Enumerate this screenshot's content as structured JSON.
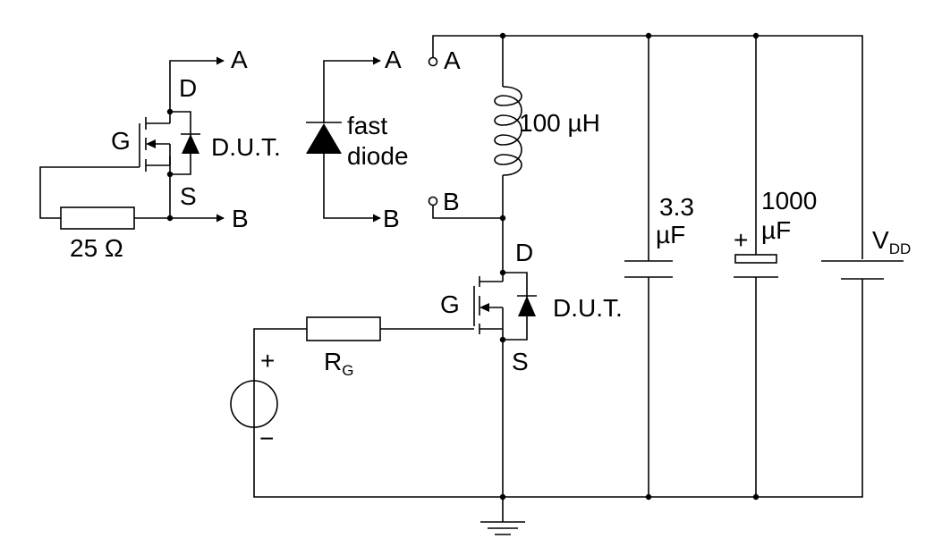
{
  "diagram": {
    "left_circuit": {
      "terminal_a": "A",
      "terminal_b": "B",
      "drain": "D",
      "gate": "G",
      "source": "S",
      "dut": "D.U.T.",
      "resistor": "25 Ω"
    },
    "diode_circuit": {
      "terminal_a": "A",
      "terminal_b": "B",
      "diode_line1": "fast",
      "diode_line2": "diode"
    },
    "main_circuit": {
      "terminal_a": "A",
      "terminal_b": "B",
      "inductor": "100 µH",
      "drain": "D",
      "gate": "G",
      "source": "S",
      "dut": "D.U.T.",
      "gate_resistor_main": "R",
      "gate_resistor_sub": "G",
      "source_plus": "+",
      "source_minus": "−",
      "cap1_line1": "3.3",
      "cap1_line2": "µF",
      "cap2_plus": "+",
      "cap2_line1": "1000",
      "cap2_line2": "µF",
      "supply_main": "V",
      "supply_sub": "DD"
    }
  }
}
